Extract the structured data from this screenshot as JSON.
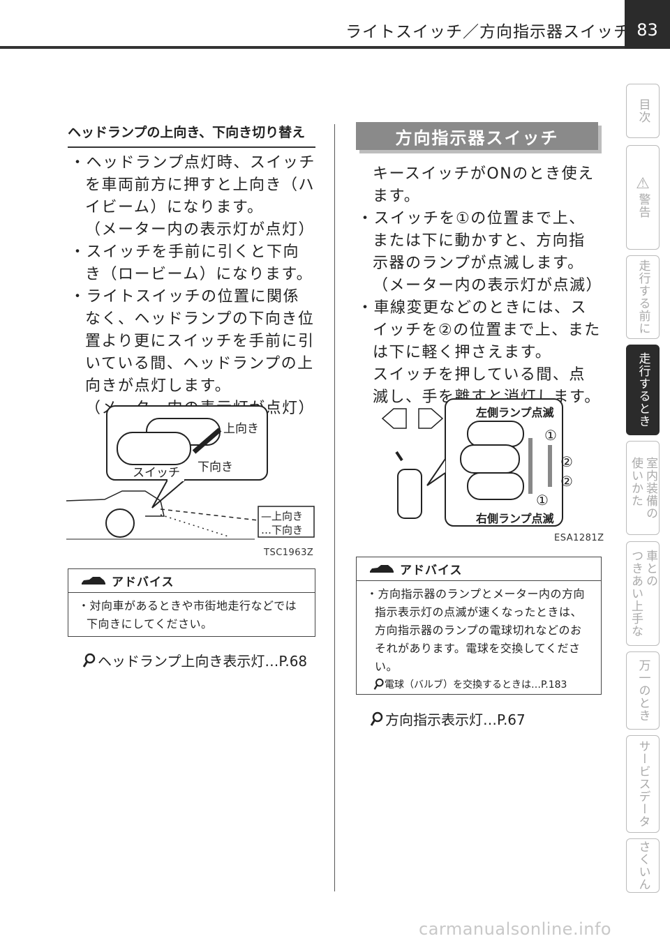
{
  "header": {
    "title": "ライトスイッチ／方向指示器スイッチ",
    "page_number": "83"
  },
  "tabs": [
    {
      "label": "目次",
      "sub": "",
      "active": false
    },
    {
      "label": "警告",
      "sub": "⚠",
      "active": false
    },
    {
      "label": "走行する前に",
      "sub": "",
      "active": false
    },
    {
      "label": "走行するとき",
      "sub": "",
      "active": true
    },
    {
      "label": "室内装備の",
      "label2": "使いかた",
      "active": false
    },
    {
      "label": "車との",
      "label2": "つきあい上手な",
      "active": false
    },
    {
      "label": "万一のとき",
      "sub": "",
      "active": false
    },
    {
      "label": "サービスデータ",
      "sub": "",
      "active": false
    },
    {
      "label": "さくいん",
      "sub": "",
      "active": false
    }
  ],
  "left": {
    "heading": "ヘッドランプの上向き、下向き切り替え",
    "items": [
      {
        "type": "bullet",
        "text": "・ヘッドランプ点灯時、スイッチを車両前方に押すと上向き（ハイビーム）になります。"
      },
      {
        "type": "indent",
        "text": "（メーター内の表示灯が点灯）"
      },
      {
        "type": "bullet",
        "text": "・スイッチを手前に引くと下向き（ロービーム）になります。"
      },
      {
        "type": "bullet",
        "text": "・ライトスイッチの位置に関係なく、ヘッドランプの下向き位置より更にスイッチを手前に引いている間、ヘッドランプの上向きが点灯します。"
      },
      {
        "type": "indent",
        "text": "（メーター内の表示灯が点灯）"
      }
    ],
    "figure": {
      "label_up": "上向き",
      "label_down": "下向き",
      "label_switch": "スイッチ",
      "legend_up": "—上向き",
      "legend_down": "…下向き",
      "code": "TSC1963Z"
    },
    "advice": {
      "title": "アドバイス",
      "text": "・対向車があるときや市街地走行などでは下向きにしてください。"
    },
    "ref": "ヘッドランプ上向き表示灯…P.68"
  },
  "right": {
    "band": "方向指示器スイッチ",
    "intro": "キースイッチがONのとき使えます。",
    "items": [
      {
        "type": "bullet",
        "text": "・スイッチを①の位置まで上、または下に動かすと、方向指示器のランプが点滅します。"
      },
      {
        "type": "indent",
        "text": "（メーター内の表示灯が点滅）"
      },
      {
        "type": "bullet",
        "text": "・車線変更などのときには、スイッチを②の位置まで上、または下に軽く押さえます。"
      },
      {
        "type": "indent",
        "text": "スイッチを押している間、点滅し、手を離すと消灯します。"
      }
    ],
    "figure": {
      "label_left": "左側ランプ点滅",
      "label_right": "右側ランプ点滅",
      "marks": [
        "①",
        "②",
        "②",
        "①"
      ],
      "code": "ESA1281Z"
    },
    "advice": {
      "title": "アドバイス",
      "text": "・方向指示器のランプとメーター内の方向指示表示灯の点滅が速くなったときは、方向指示器のランプの電球切れなどのおそれがあります。電球を交換してください。",
      "ref": "電球（バルブ）を交換するときは…P.183"
    },
    "ref": "方向指示表示灯…P.67"
  },
  "watermark": "carmanualsonline.info"
}
